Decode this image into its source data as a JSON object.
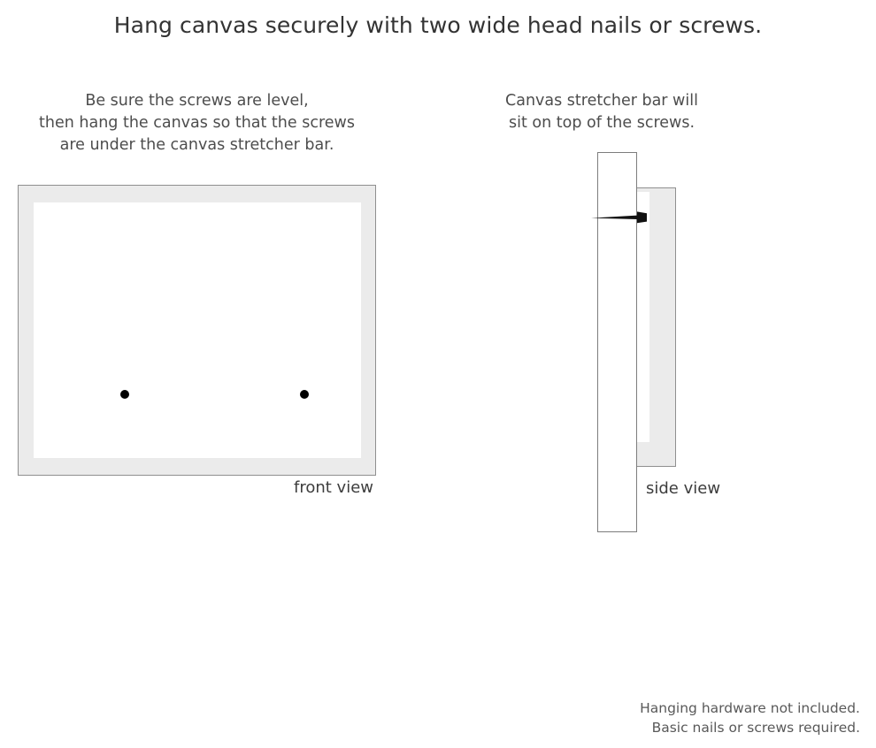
{
  "headline": "Hang canvas securely with two wide head nails or screws.",
  "captions": {
    "left": {
      "line1": "Be sure the screws are level,",
      "line2": "then hang the canvas so that the screws",
      "line3": "are under the canvas stretcher bar."
    },
    "right": {
      "line1": "Canvas stretcher bar will",
      "line2": "sit on top of the screws."
    }
  },
  "labels": {
    "front_view": "front view",
    "side_view": "side view"
  },
  "disclaimer": {
    "line1": "Hanging hardware not included.",
    "line2": "Basic nails or screws required."
  },
  "colors": {
    "background": "#ffffff",
    "frame_fill": "#ebebeb",
    "frame_border": "#8f8f8f",
    "canvas_fill": "#ffffff",
    "screw": "#000000",
    "nail": "#111111",
    "wall_border": "#7d7d7d",
    "text": "#4a4a4a",
    "headline_text": "#333333"
  },
  "diagram": {
    "front_view": {
      "screw_count": 2,
      "screw_label": "screw-head-dot"
    },
    "side_view": {
      "wall_label": "wall-board",
      "bar_label": "canvas-stretcher-bar",
      "nail_label": "wide-head-nail"
    }
  }
}
